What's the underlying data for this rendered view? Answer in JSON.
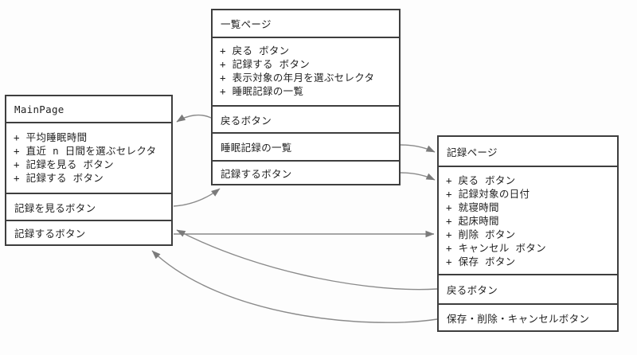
{
  "colors": {
    "background": "#fdfdfd",
    "box_fill": "#ffffff",
    "box_border": "#3e3e3e",
    "arrow_line": "#8a8a8a",
    "arrow_head": "#7b7b7b",
    "text": "#1f1f1f"
  },
  "boxes": {
    "main_page": {
      "title": "MainPage",
      "attributes": [
        "+ 平均睡眠時間",
        "+ 直近 n 日間を選ぶセレクタ",
        "+ 記録を見る ボタン",
        "+ 記録する ボタン"
      ],
      "sections": [
        "記録を見るボタン",
        "記録するボタン"
      ]
    },
    "list_page": {
      "title": "一覧ページ",
      "attributes": [
        "+ 戻る ボタン",
        "+ 記録する ボタン",
        "+ 表示対象の年月を選ぶセレクタ",
        "+ 睡眠記録の一覧"
      ],
      "sections": [
        "戻るボタン",
        "睡眠記録の一覧",
        "記録するボタン"
      ]
    },
    "record_page": {
      "title": "記録ページ",
      "attributes": [
        "+ 戻る ボタン",
        "+ 記録対象の日付",
        "+ 就寝時間",
        "+ 起床時間",
        "+ 削除 ボタン",
        "+ キャンセル ボタン",
        "+ 保存 ボタン"
      ],
      "sections": [
        "戻るボタン",
        "保存・削除・キャンセルボタン"
      ]
    }
  },
  "edges": [
    {
      "from": "list_page.back_button",
      "to": "main_page"
    },
    {
      "from": "main_page.view_records_button",
      "to": "list_page"
    },
    {
      "from": "list_page.sleep_record_list",
      "to": "record_page"
    },
    {
      "from": "list_page.record_button",
      "to": "record_page"
    },
    {
      "from": "main_page.record_button",
      "to": "record_page"
    },
    {
      "from": "record_page.back_button",
      "to": "main_page"
    },
    {
      "from": "record_page.save_delete_cancel_buttons",
      "to": "main_page"
    }
  ]
}
